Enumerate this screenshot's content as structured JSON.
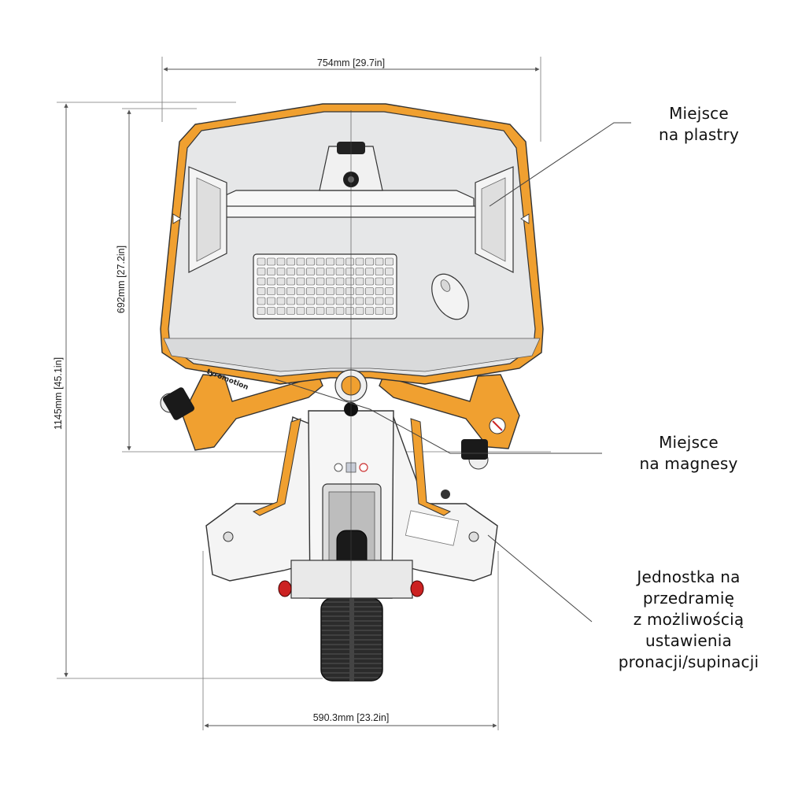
{
  "dimensions": {
    "top_width": {
      "mm": "754mm",
      "in": "29.7in"
    },
    "bottom_width": {
      "mm": "590.3mm",
      "in": "23.2in"
    },
    "total_height": {
      "mm": "1145mm",
      "in": "45.1in"
    },
    "desk_height": {
      "mm": "692mm",
      "in": "27.2in"
    }
  },
  "callouts": {
    "plastry": [
      "Miejsce",
      "na plastry"
    ],
    "magnesy": [
      "Miejsce",
      "na magnesy"
    ],
    "jednostka": [
      "Jednostka na",
      "przedramię",
      "z możliwością",
      "ustawienia",
      "pronacji/supinacji"
    ]
  },
  "brand_label": "tyromotion",
  "colors": {
    "accent": "#F0A030",
    "body": "#E6E7E8",
    "line": "#333333",
    "dimension": "#555555"
  }
}
